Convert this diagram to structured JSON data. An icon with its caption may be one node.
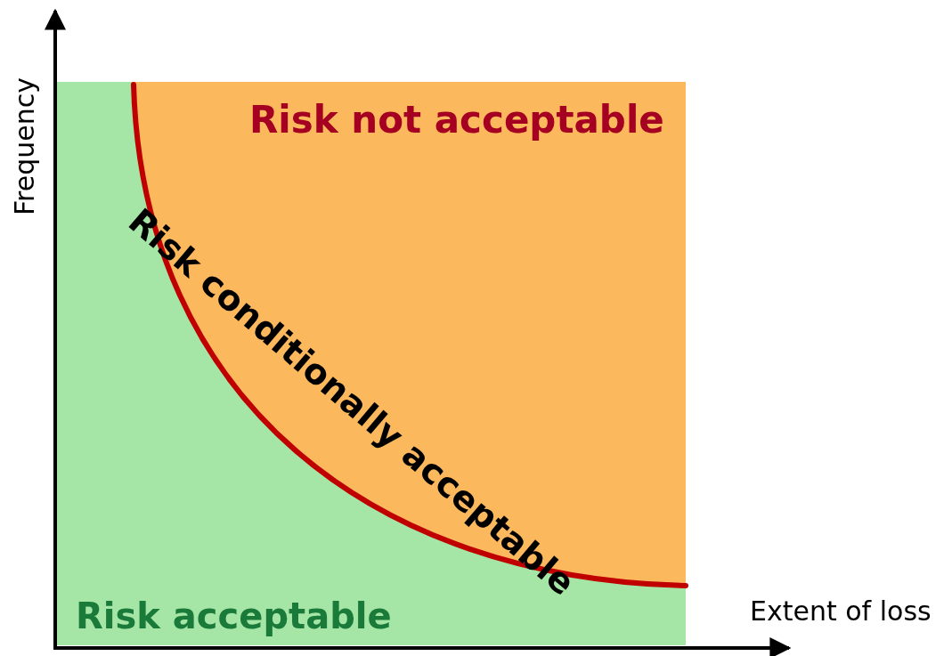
{
  "diagram": {
    "nodes": [
      {
        "text": [
          "Risk not acceptable"
        ]
      },
      {
        "text": [
          "Risk acceptable"
        ]
      }
    ],
    "edges": [],
    "labels": [
      "Frequency",
      "Risk conditionally acceptable",
      "Extent of loss"
    ]
  }
}
